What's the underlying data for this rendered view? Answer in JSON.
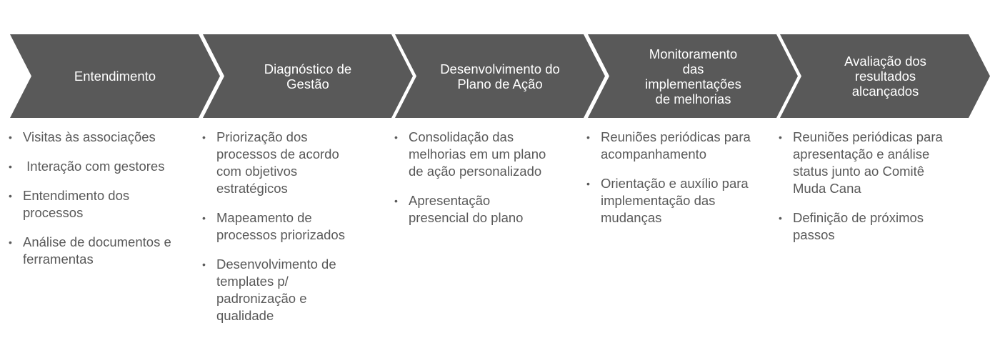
{
  "stages": [
    {
      "title": "Entendimento",
      "items": [
        "Visitas às associações",
        " Interação com gestores",
        "Entendimento dos processos",
        "Análise de documentos e ferramentas"
      ]
    },
    {
      "title": "Diagnóstico de Gestão",
      "items": [
        "Priorização dos processos de acordo com objetivos estratégicos",
        "Mapeamento de processos priorizados",
        "Desenvolvimento de templates p/ padronização e qualidade"
      ]
    },
    {
      "title": "Desenvolvimento do Plano de Ação",
      "items": [
        "Consolidação das melhorias em um plano de ação personalizado",
        "Apresentação presencial do plano"
      ]
    },
    {
      "title": "Monitoramento das implementações de melhorias",
      "items": [
        "Reuniões periódicas para acompanhamento",
        "Orientação e auxílio para implementação das mudanças"
      ]
    },
    {
      "title": "Avaliação dos resultados alcançados",
      "items": [
        "Reuniões periódicas para apresentação e análise status junto ao Comitê Muda Cana",
        "Definição de próximos passos"
      ]
    }
  ],
  "bullet_symbol": "•",
  "colors": {
    "chevron_fill": "#595959",
    "chevron_text": "#ffffff",
    "body_text": "#595959"
  }
}
